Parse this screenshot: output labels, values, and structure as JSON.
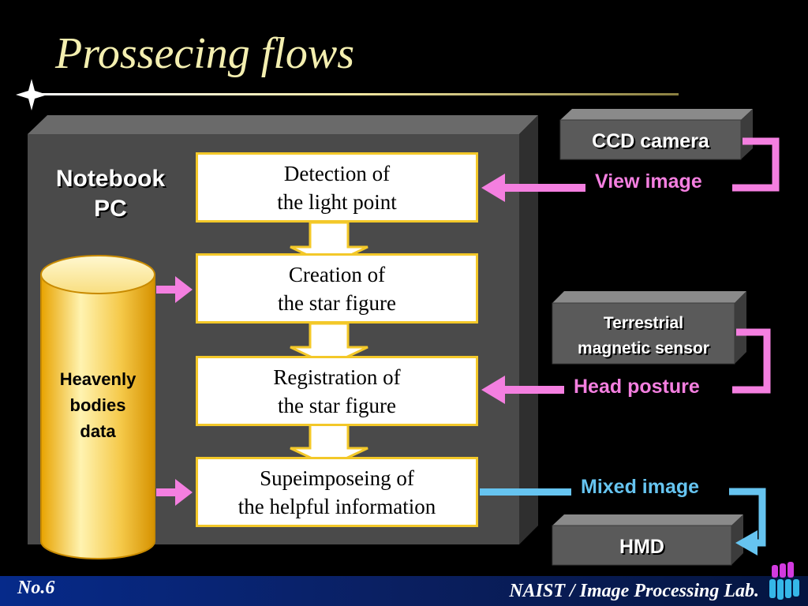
{
  "title": "Prossecing flows",
  "notebook_label": [
    "Notebook",
    "PC"
  ],
  "database_label": [
    "Heavenly",
    "bodies",
    "data"
  ],
  "steps": [
    {
      "line1": "Detection of",
      "line2": "the light point"
    },
    {
      "line1": "Creation of",
      "line2": "the star figure"
    },
    {
      "line1": "Registration of",
      "line2": "the star figure"
    },
    {
      "line1": "Supeimposeing of",
      "line2": "the helpful information"
    }
  ],
  "devices": {
    "ccd": {
      "label": "CCD camera",
      "signal": "View image"
    },
    "sensor": {
      "line1": "Terrestrial",
      "line2": "magnetic sensor",
      "signal": "Head posture"
    },
    "hmd": {
      "label": "HMD",
      "signal": "Mixed image"
    }
  },
  "footer": {
    "slide_number": "No.6",
    "lab": "NAIST / Image Processing Lab."
  },
  "colors": {
    "title": "#f4efb0",
    "step_border": "#f3c829",
    "input_arrow": "#f47fe0",
    "output_arrow": "#66c4f0",
    "panel": "#4a4a4a"
  }
}
